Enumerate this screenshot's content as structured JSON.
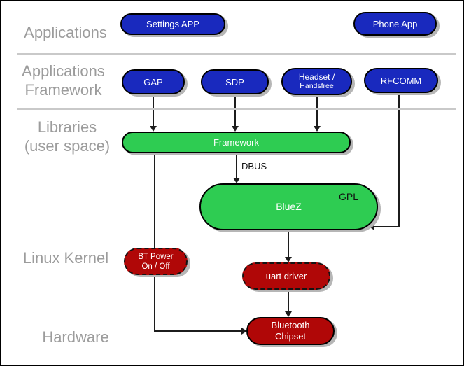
{
  "colors": {
    "app_node": "#1929be",
    "lib_node": "#2ecc52",
    "kernel_node": "#b00707",
    "layer_label": "#9c9c9c",
    "sep_light": "#c9c9c9",
    "sep_dark": "#9a9a9a",
    "line": "#1c1c1c",
    "shadow": "#b6b6b6"
  },
  "layers": {
    "applications": "Applications",
    "app_framework_line1": "Applications",
    "app_framework_line2": "Framework",
    "libraries_line1": "Libraries",
    "libraries_line2": "(user space)",
    "linux_kernel": "Linux Kernel",
    "hardware": "Hardware"
  },
  "nodes": {
    "settings_app": {
      "label": "Settings APP"
    },
    "phone_app": {
      "label": "Phone App"
    },
    "gap": {
      "label": "GAP"
    },
    "sdp": {
      "label": "SDP"
    },
    "headset": {
      "line1": "Headset /",
      "line2": "Handsfree"
    },
    "rfcomm": {
      "label": "RFCOMM"
    },
    "framework": {
      "label": "Framework"
    },
    "bluez": {
      "label": "BlueZ",
      "badge": "GPL"
    },
    "bt_power": {
      "line1": "BT Power",
      "line2": "On / Off"
    },
    "uart_driver": {
      "label": "uart driver"
    },
    "bluetooth_chipset": {
      "line1": "Bluetooth",
      "line2": "Chipset"
    }
  },
  "edge_labels": {
    "dbus": "DBUS"
  }
}
